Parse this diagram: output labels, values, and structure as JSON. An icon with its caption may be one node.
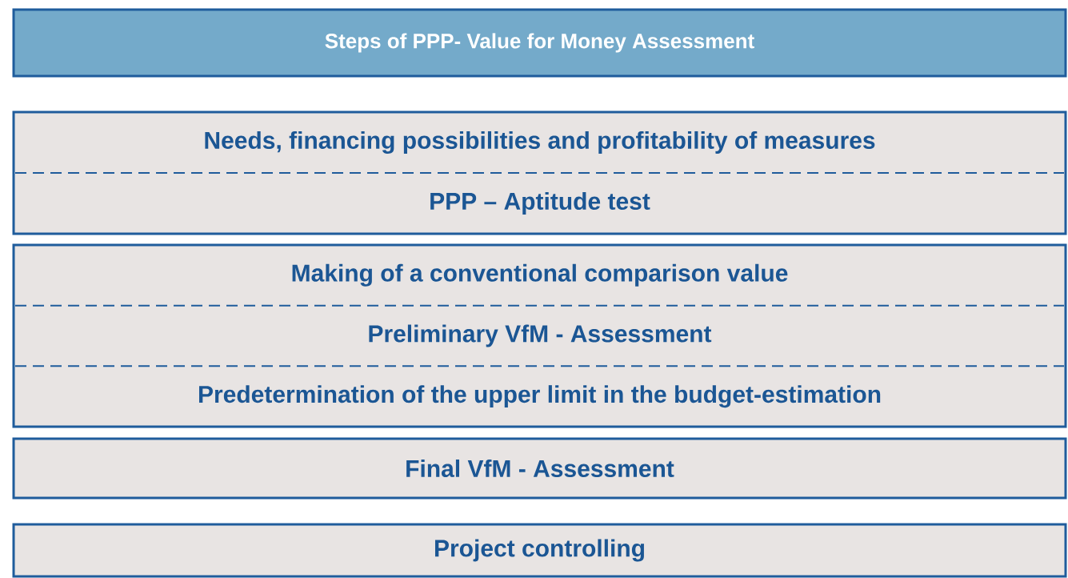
{
  "diagram": {
    "nodes": [
      {
        "text": [
          "Steps of PPP- Value for Money Assessment"
        ]
      },
      {
        "text": [
          "Needs, financing possibilities and profitability of measures",
          "PPP – Aptitude test"
        ]
      },
      {
        "text": [
          "Making of a conventional comparison value",
          "Preliminary VfM - Assessment",
          "Predetermination of the upper limit in the budget-estimation"
        ]
      },
      {
        "text": [
          "Final VfM - Assessment"
        ]
      },
      {
        "text": [
          "Project controlling"
        ]
      }
    ]
  }
}
